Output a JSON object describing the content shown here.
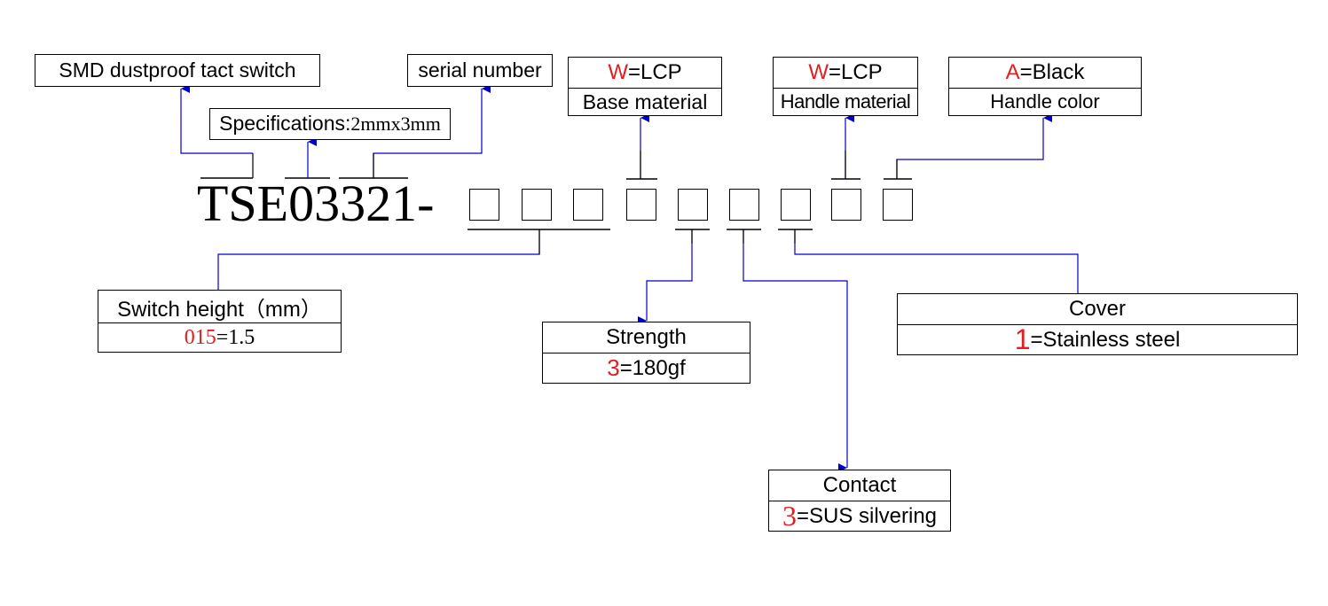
{
  "part_code": "TSE03321-",
  "labels": {
    "series": "SMD dustproof tact switch",
    "specifications_prefix": "Specifications:",
    "specifications_value": "2mmx3mm",
    "serial": "serial number",
    "base": {
      "code": "W",
      "value": "=LCP",
      "name": "Base material"
    },
    "handle_material": {
      "code": "W",
      "value": "=LCP",
      "name": "Handle material"
    },
    "handle_color": {
      "code": "A",
      "value": "=Black",
      "name": "Handle color"
    },
    "switch_height": {
      "name": "Switch height（mm）",
      "code": "015",
      "value": "=1.5"
    },
    "strength": {
      "name": "Strength",
      "code": "3",
      "value": "=180gf"
    },
    "cover": {
      "name": "Cover",
      "code": "1",
      "value": "=Stainless steel"
    },
    "contact": {
      "name": "Contact",
      "code": "3",
      "value": "=SUS silvering"
    }
  },
  "colors": {
    "line": "#0000cc",
    "code_red": "#e02020",
    "text": "#000000"
  },
  "slot_count": 9
}
